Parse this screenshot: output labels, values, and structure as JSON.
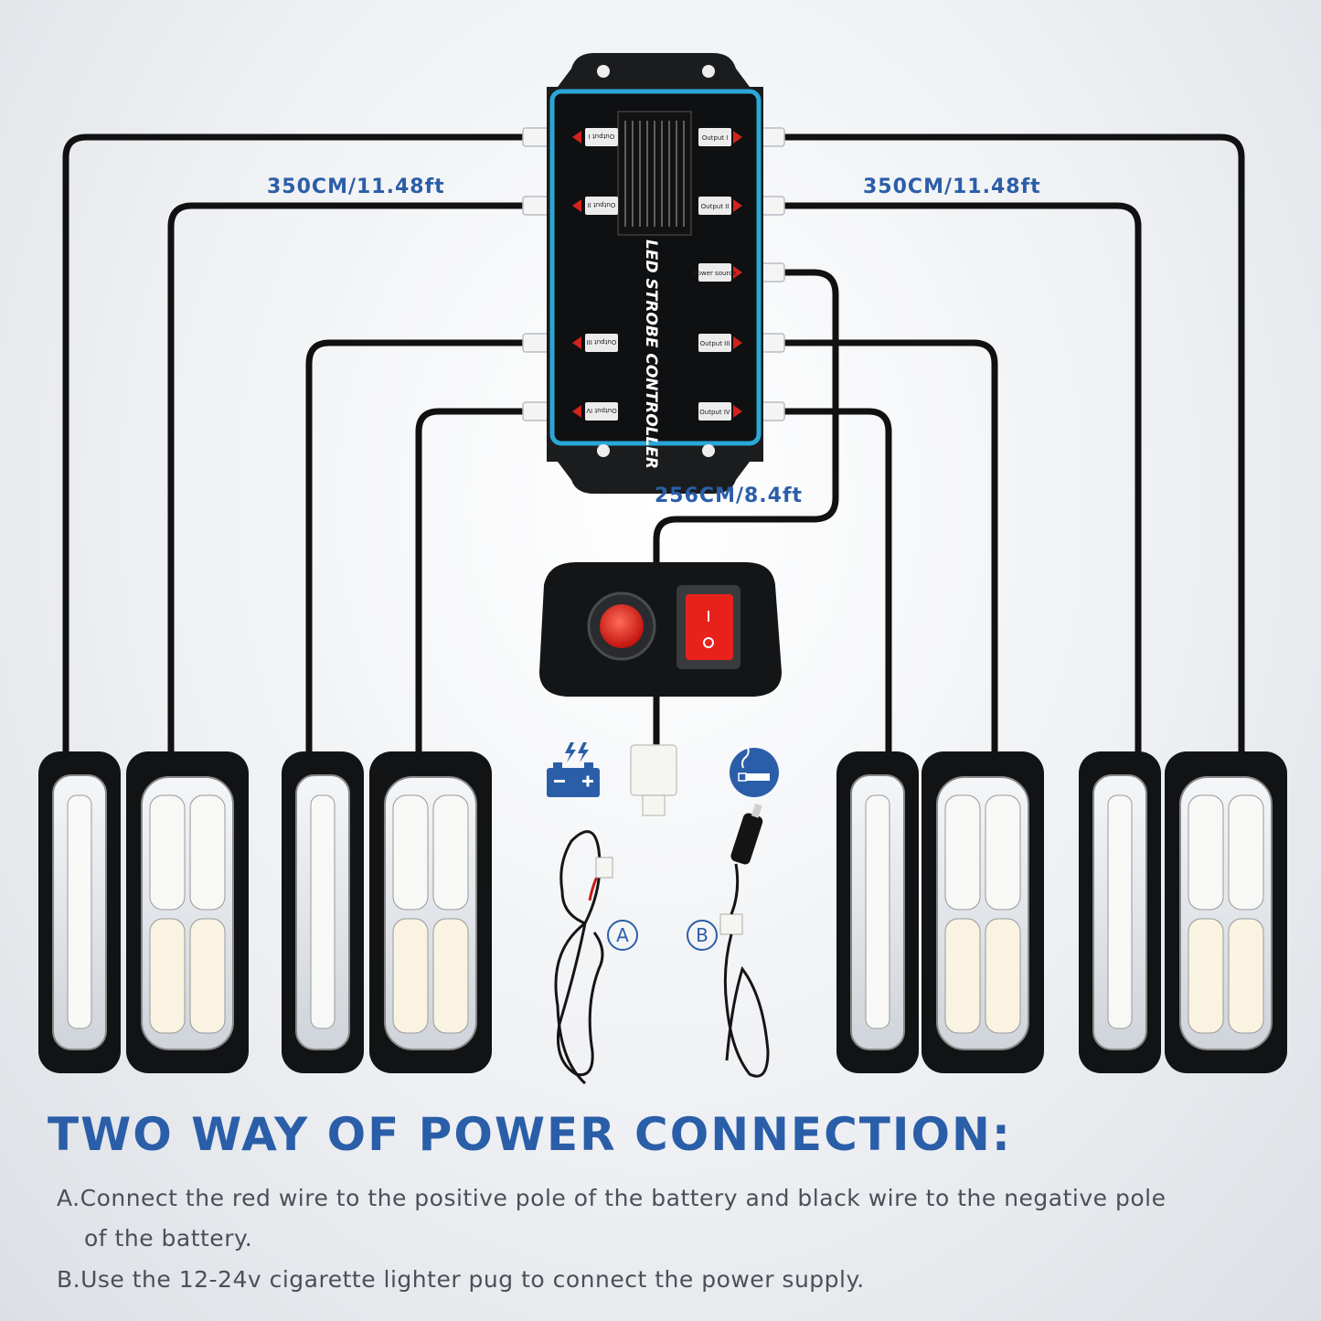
{
  "labels": {
    "cable_left": "350CM/11.48ft",
    "cable_right": "350CM/11.48ft",
    "cable_switch": "256CM/8.4ft",
    "option_a": "A",
    "option_b": "B"
  },
  "controller": {
    "title": "LED STROBE CONTROLLER",
    "ports_left": [
      "Output I",
      "Output II",
      "Output III",
      "Output IV"
    ],
    "ports_right": [
      "Output I",
      "Output II",
      "Power source",
      "Output III",
      "Output IV"
    ]
  },
  "instructions": {
    "heading": "TWO WAY OF POWER CONNECTION:",
    "a_line1": "A.Connect the red wire to the positive pole of the battery and black wire to the negative pole",
    "a_line2": "of the battery.",
    "b_line": "B.Use the 12-24v cigarette lighter pug to connect the power supply."
  },
  "icons": [
    "battery-icon",
    "cigarette-lighter-icon",
    "connector-plug-icon",
    "rocker-switch-icon"
  ],
  "colors": {
    "accent": "#2b5ea8",
    "controller_border": "#2aa7d8",
    "switch_red": "#e8221b"
  }
}
